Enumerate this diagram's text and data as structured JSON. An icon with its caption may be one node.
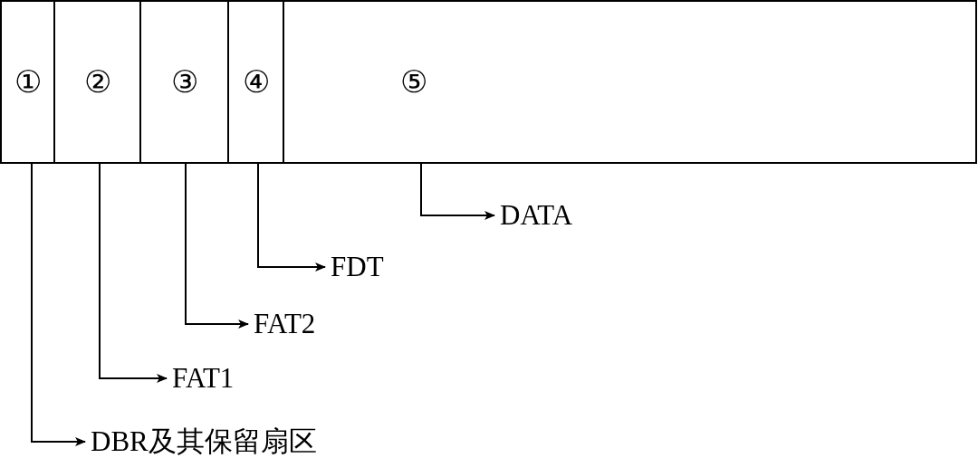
{
  "diagram": {
    "nodes": [
      {
        "text": [
          "①"
        ]
      },
      {
        "text": [
          "②"
        ]
      },
      {
        "text": [
          "③"
        ]
      },
      {
        "text": [
          "④"
        ]
      },
      {
        "text": [
          "⑤"
        ]
      },
      {
        "text": [
          "DBR及其保留扇区"
        ]
      },
      {
        "text": [
          "FAT1"
        ]
      },
      {
        "text": [
          "FAT2"
        ]
      },
      {
        "text": [
          "FDT"
        ]
      },
      {
        "text": [
          "DATA"
        ]
      }
    ],
    "edges": [
      {
        "from": 0,
        "to": 5,
        "arrow": "to"
      },
      {
        "from": 1,
        "to": 6,
        "arrow": "to"
      },
      {
        "from": 2,
        "to": 7,
        "arrow": "to"
      },
      {
        "from": 3,
        "to": 8,
        "arrow": "to"
      },
      {
        "from": 4,
        "to": 9,
        "arrow": "to"
      }
    ]
  }
}
